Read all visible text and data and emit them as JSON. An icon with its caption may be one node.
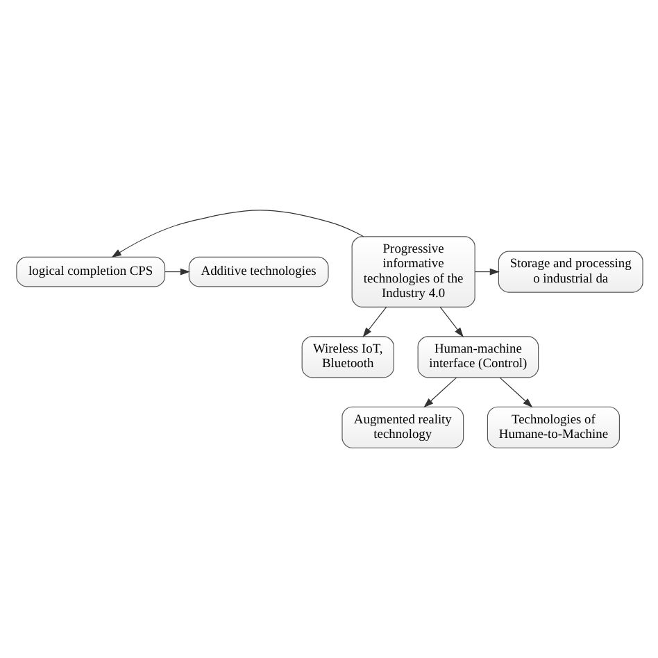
{
  "diagram": {
    "nodes": [
      {
        "text": [
          "logical completion CPS"
        ]
      },
      {
        "text": [
          "Additive technologies"
        ]
      },
      {
        "text": [
          "Storage and processing o industrial da"
        ]
      },
      {
        "text": [
          "Progressive informative technologies of the Industry 4.0"
        ]
      },
      {
        "text": [
          "Wireless IoT, Bluetooth"
        ]
      },
      {
        "text": [
          "Human-machine interface (Control)"
        ]
      },
      {
        "text": [
          "Augmented reality technology"
        ]
      },
      {
        "text": [
          "Technologies of Humane-to-Machine"
        ]
      }
    ],
    "edges": [
      {
        "from": 0,
        "to": 1,
        "arrow": "to"
      },
      {
        "from": 3,
        "to": 0,
        "arrow": "to"
      },
      {
        "from": 3,
        "to": 2,
        "arrow": "to"
      },
      {
        "from": 3,
        "to": 4,
        "arrow": "to"
      },
      {
        "from": 3,
        "to": 5,
        "arrow": "to"
      },
      {
        "from": 5,
        "to": 6,
        "arrow": "to"
      },
      {
        "from": 5,
        "to": 7,
        "arrow": "to"
      }
    ]
  }
}
